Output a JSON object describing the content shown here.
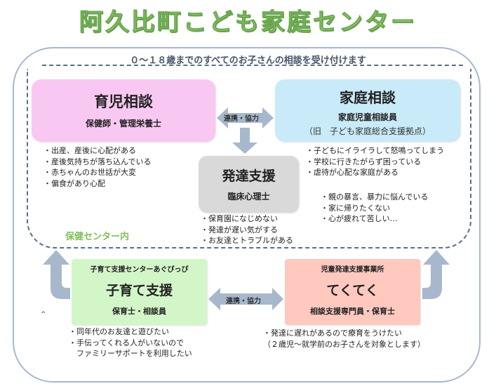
{
  "title": "阿久比町こども家庭センター",
  "subtitle": "０～１８歳までのすべてのお子さんの相談を受け付けます",
  "center_label": "保健センター内",
  "tiny_mark": "^",
  "colors": {
    "title_green": "#a9d98a",
    "frame": "#a7b8cc",
    "arrow": "#a7b8cc",
    "pink": "#f9c8f2",
    "blue": "#c9eaf8",
    "gray": "#d9d9d9",
    "green": "#d3f6c9",
    "salmon": "#ffc9c0"
  },
  "ikuji": {
    "title": "育児相談",
    "staff": "保健師・管理栄養士",
    "items": [
      "・出産、産後に心配がある",
      "・産後気持ちが落ち込んでいる",
      "・赤ちゃんのお世話が大変",
      "・偏食があり心配"
    ]
  },
  "katei": {
    "title": "家庭相談",
    "staff": "家庭児童相談員",
    "note": "（旧　子ども家庭総合支援拠点）",
    "items": [
      "・子どもにイライラして怒鳴ってしまう",
      "・学校に行きたがらず困っている",
      "・虐待が心配な家庭がある"
    ],
    "items2": [
      "・親の暴言、暴力に悩んでいる",
      "・家に帰りたくない",
      "・心が疲れて苦しい…"
    ]
  },
  "hattatsu": {
    "title": "発達支援",
    "staff": "臨床心理士",
    "items": [
      "・保育園になじめない",
      "・発達が遅い気がする",
      "・お友達とトラブルがある"
    ]
  },
  "kosodate": {
    "caption": "子育て支援センターあぐぴっぴ",
    "title": "子育て支援",
    "staff": "保育士・相談員",
    "items": [
      "・同年代のお友達と遊びたい",
      "・手伝ってくれる人がいないので",
      "　ファミリーサポートを利用したい"
    ]
  },
  "tekuteku": {
    "caption": "児童発達支援事業所",
    "title": "てくてく",
    "staff": "相談支援専門員・保育士",
    "items": [
      "・発達に遅れがあるので療育をうけたい",
      "（２歳児～就学前のお子さんを対象とします）"
    ]
  },
  "link_top": "連携・協力",
  "link_bottom": "連携・協力"
}
